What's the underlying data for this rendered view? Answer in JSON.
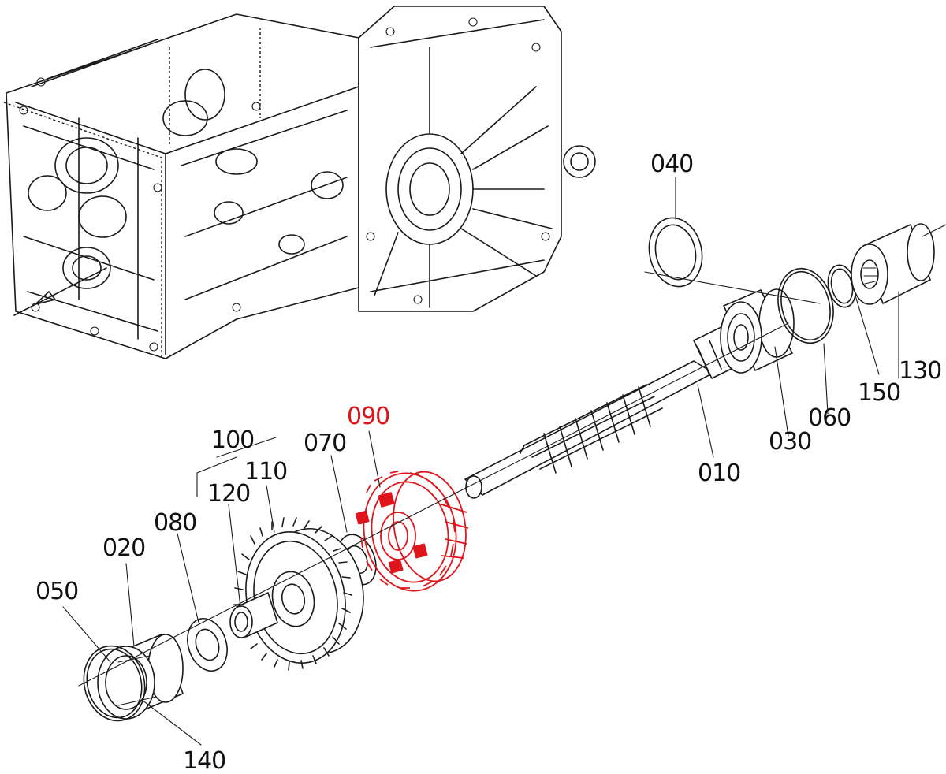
{
  "colors": {
    "line": "#1a1a1a",
    "highlight": "#e0151b",
    "background": "#ffffff"
  },
  "parts": {
    "p040": "040",
    "p130": "130",
    "p150": "150",
    "p060": "060",
    "p030": "030",
    "p010": "010",
    "p090": "090",
    "p070": "070",
    "p100": "100",
    "p110": "110",
    "p120": "120",
    "p080": "080",
    "p020": "020",
    "p050": "050",
    "p140": "140"
  },
  "highlighted_part": "090"
}
